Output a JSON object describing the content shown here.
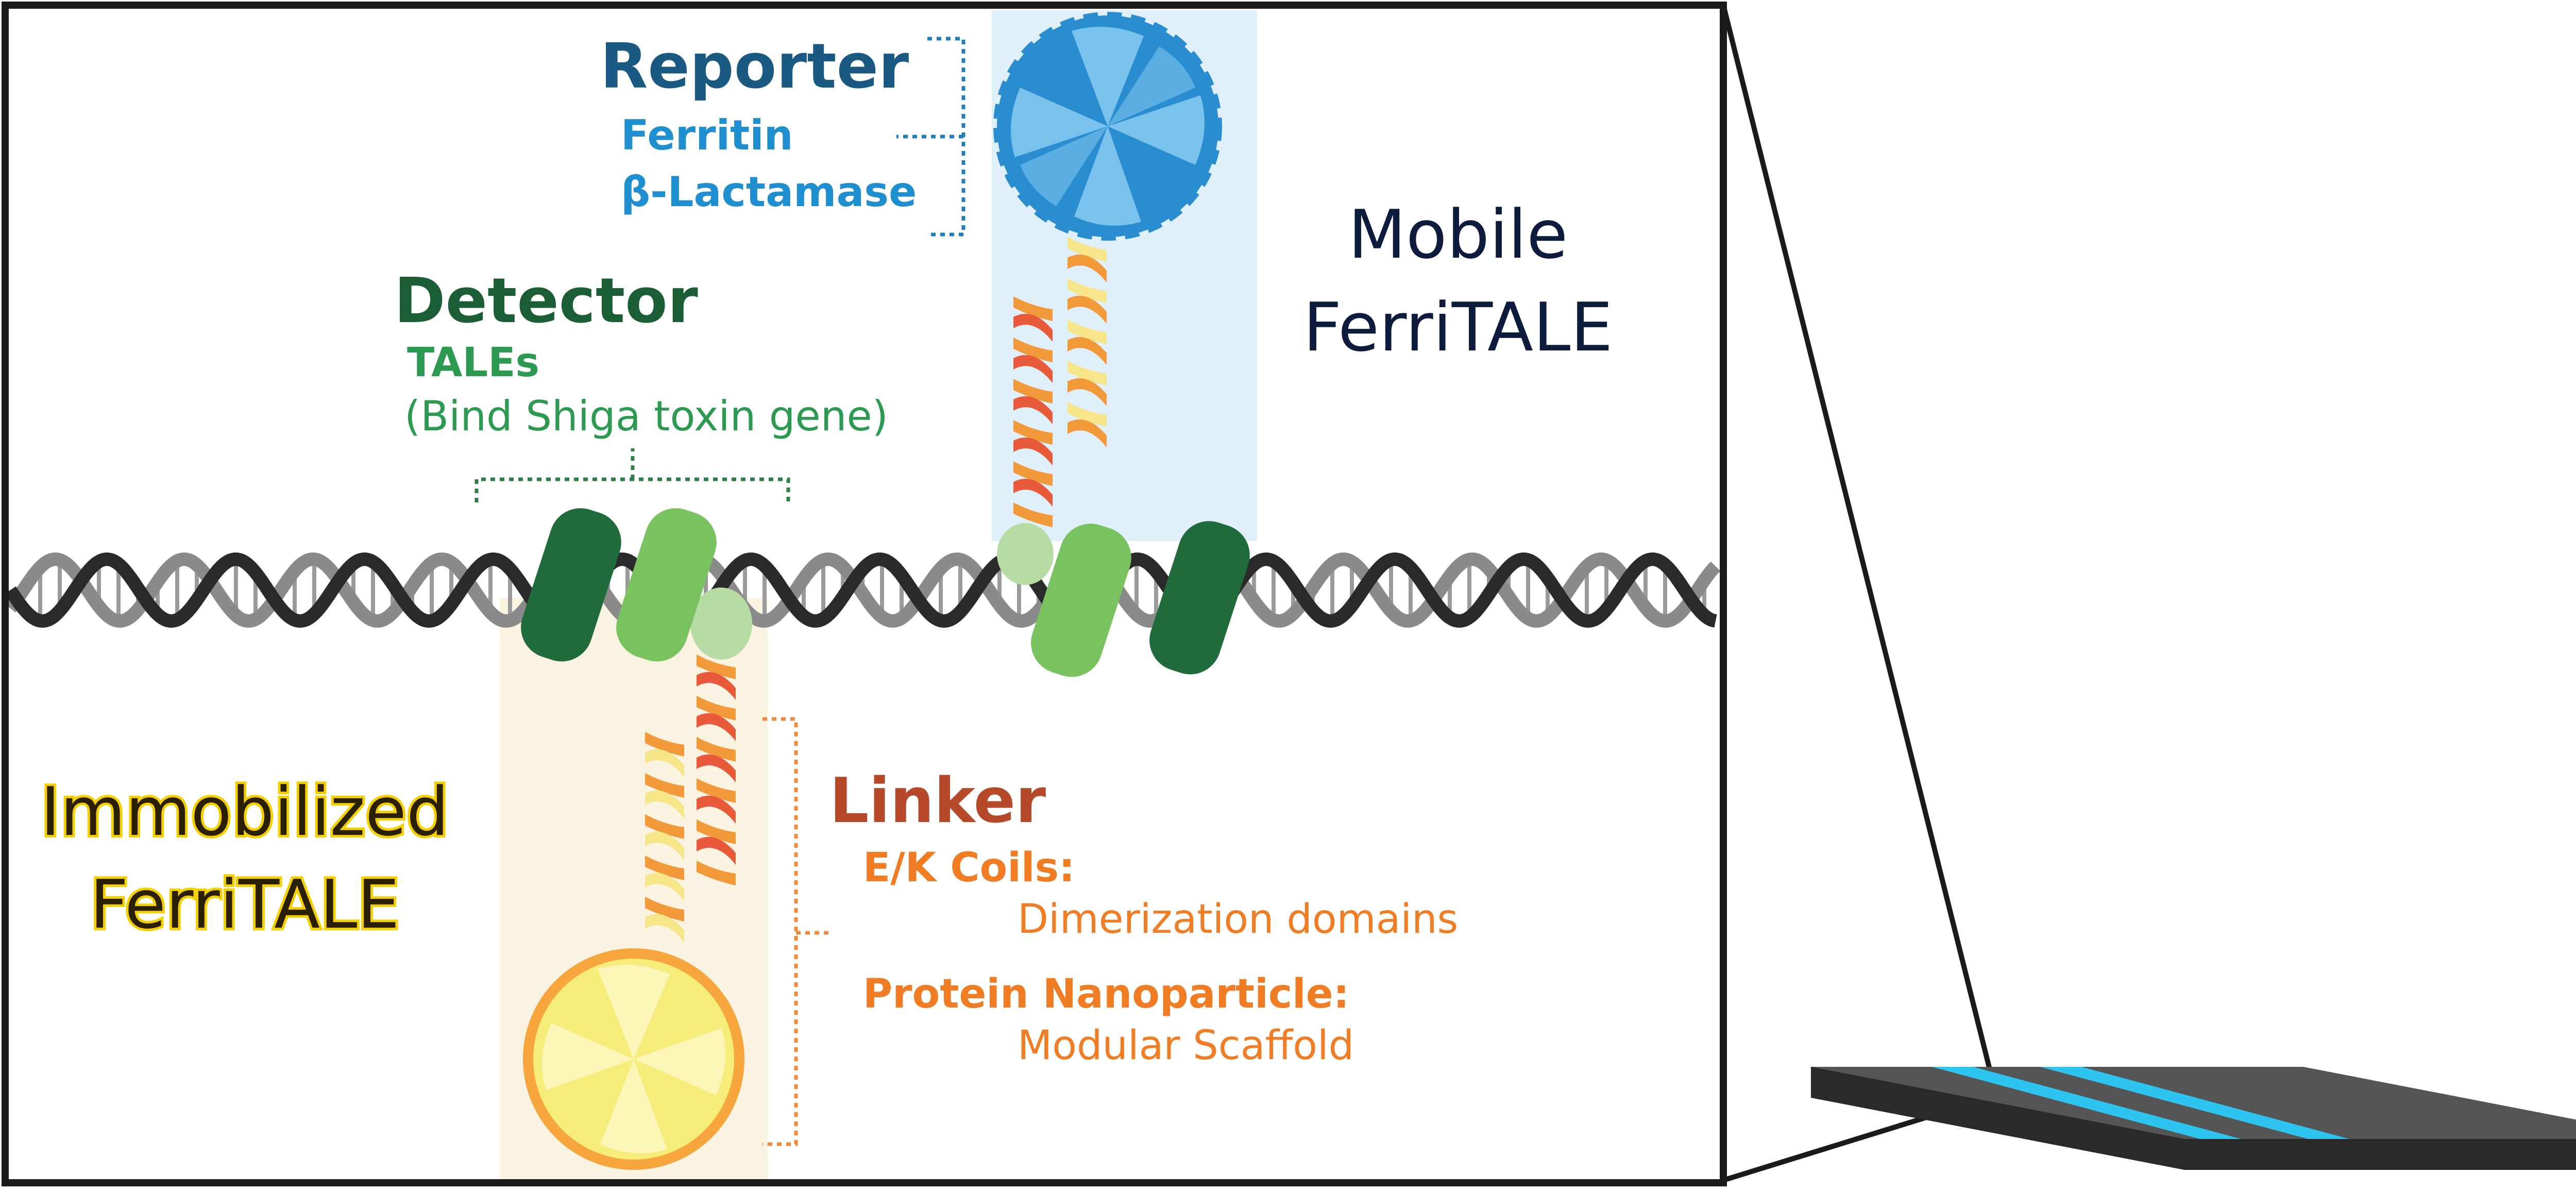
{
  "reporter": {
    "title": "Reporter",
    "items": [
      "Ferritin",
      "β-Lactamase"
    ]
  },
  "detector": {
    "title": "Detector",
    "subtitle": "TALEs",
    "note": "(Bind Shiga toxin gene)"
  },
  "mobile": {
    "line1": "Mobile",
    "line2": "FerriTALE"
  },
  "immobilized": {
    "line1": "Immobilized",
    "line2": "FerriTALE"
  },
  "linker": {
    "title": "Linker",
    "items": [
      {
        "name": "E/K Coils:",
        "desc": "Dimerization domains"
      },
      {
        "name": "Protein Nanoparticle:",
        "desc": "Modular Scaffold"
      }
    ]
  },
  "colors": {
    "reporter_title": "#1a5a82",
    "reporter_items": "#1f8fd0",
    "detector_title": "#1b5e35",
    "detector_sub": "#2d9a52",
    "mobile_text": "#0d1b3d",
    "immobilized_text": "#2a2000",
    "immobilized_glow": "#f5d000",
    "linker_title": "#b5492a",
    "linker_items": "#f07c24",
    "strip_stripe": "#2ec4f0",
    "strip_body": "#4a4a4a"
  }
}
